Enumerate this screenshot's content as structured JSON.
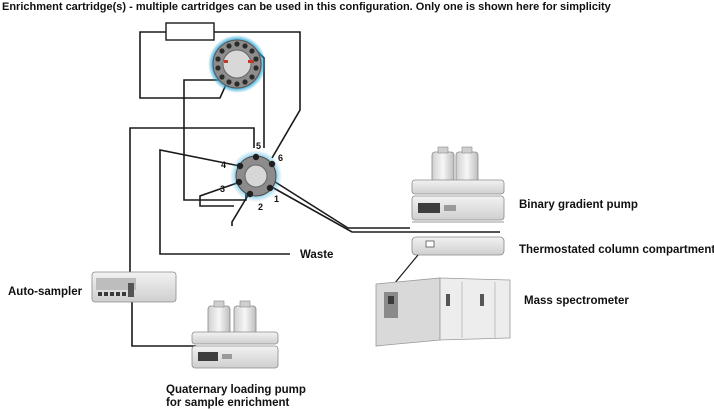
{
  "header": {
    "caption": "Enrichment cartridge(s) - multiple cartridges can be used in this configuration.  Only one is shown here for simplicity"
  },
  "valve": {
    "ports": [
      "1",
      "2",
      "3",
      "4",
      "5",
      "6"
    ]
  },
  "labels": {
    "binary_pump": "Binary gradient pump",
    "column_compartment": "Thermostated column compartment",
    "waste": "Waste",
    "auto_sampler": "Auto-sampler",
    "mass_spec": "Mass spectrometer",
    "quaternary_pump_line1": "Quaternary loading pump",
    "quaternary_pump_line2": "for sample enrichment"
  },
  "colors": {
    "valve_glow": "#2aa7d8",
    "tubing": "#1a1a1a",
    "instrument_body": "#e6e6e6",
    "instrument_dark": "#9a9a9a",
    "accent_red": "#c0392b"
  },
  "icons": {
    "valve": "six-port-switching-valve-icon",
    "selector_valve": "multi-position-selector-valve-icon",
    "cartridge": "enrichment-cartridge-icon"
  }
}
